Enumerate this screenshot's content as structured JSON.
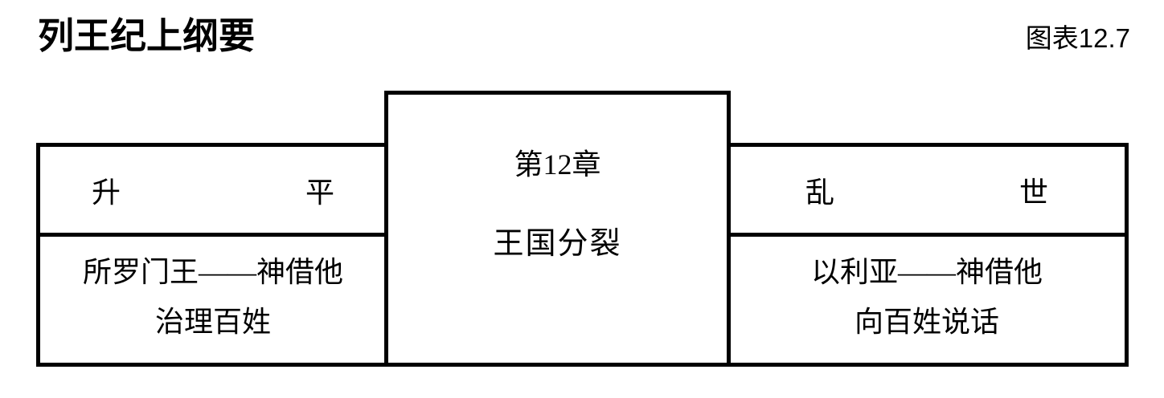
{
  "header": {
    "title": "列王纪上纲要",
    "figure_label": "图表12.7"
  },
  "diagram": {
    "type": "three-panel-outline",
    "line_color": "#000000",
    "background_color": "#ffffff",
    "panels": {
      "left": {
        "heading": "升 平",
        "heading_chars": [
          "升",
          "平"
        ],
        "body_lines": [
          "所罗门王——神借他",
          "治理百姓"
        ]
      },
      "center": {
        "chapter": "第12章",
        "heading": "王国分裂"
      },
      "right": {
        "heading": "乱 世",
        "heading_chars": [
          "乱",
          "世"
        ],
        "body_lines": [
          "以利亚——神借他",
          "向百姓说话"
        ]
      }
    }
  }
}
